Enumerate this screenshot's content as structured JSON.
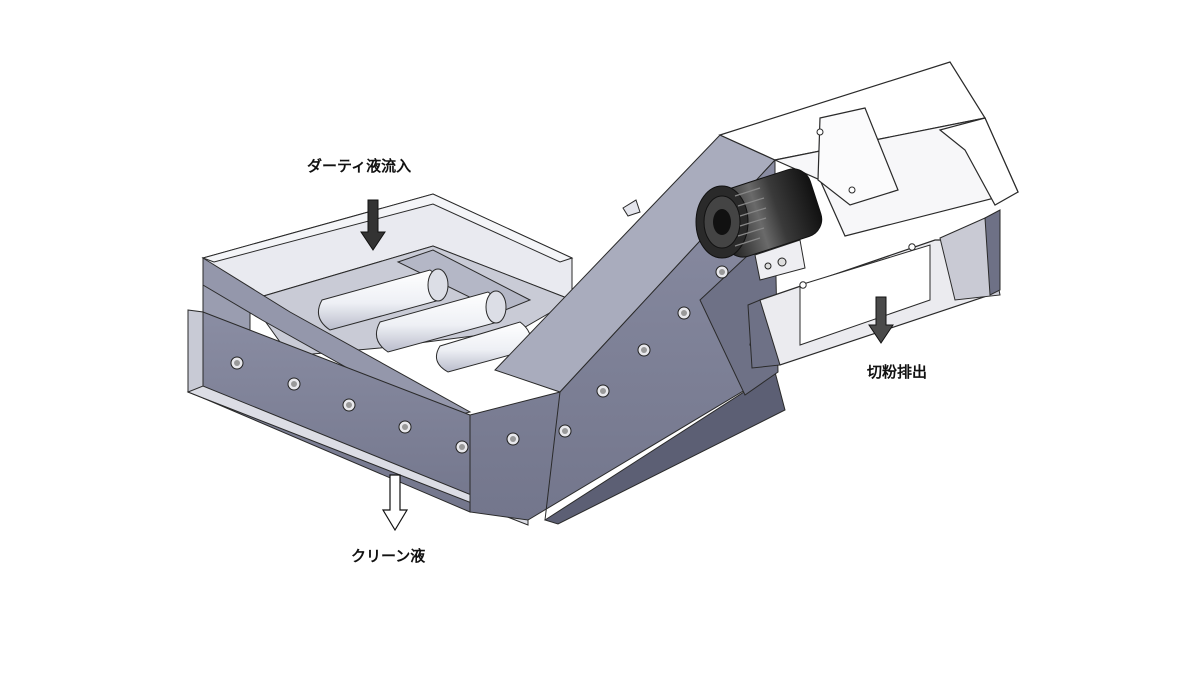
{
  "labels": {
    "dirty_inlet": "ダーティ液流入",
    "chip_discharge": "切粉排出",
    "clean_outlet": "クリーン液"
  },
  "colors": {
    "side_panel": "#7e8197",
    "side_panel_dark": "#5c5f74",
    "top_panel": "#a7aabb",
    "roller": "#f1f2f6",
    "housing": "#ffffff",
    "outline": "#2a2a2a",
    "arrow_solid": "#333333",
    "arrow_hollow": "#ffffff"
  },
  "icons": {
    "motor": "motor-icon",
    "bolt": "bolt-icon",
    "flow_down_arrow": "arrow-down-icon"
  }
}
